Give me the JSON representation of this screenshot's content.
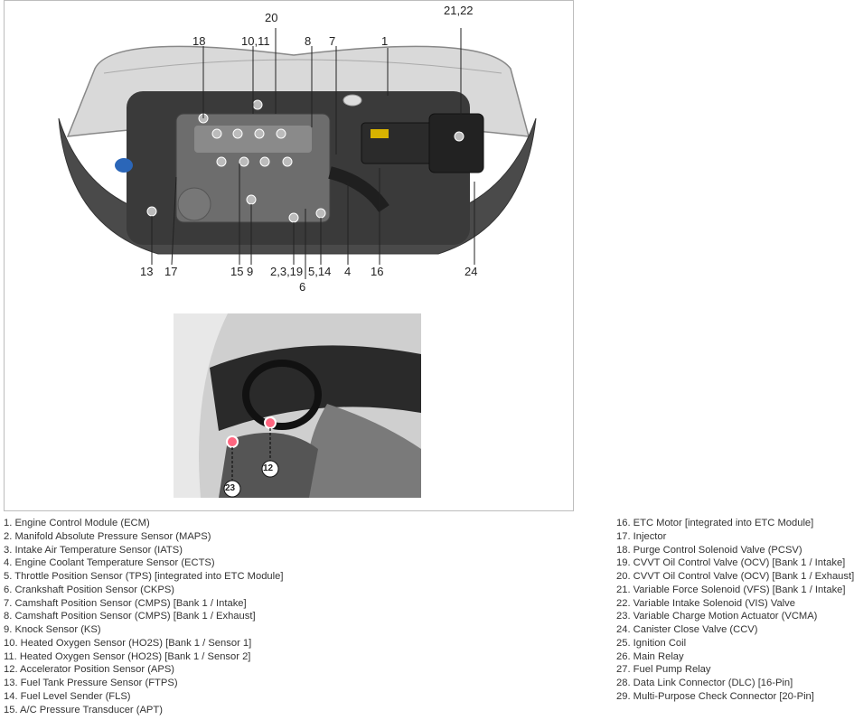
{
  "callouts": {
    "c20": "20",
    "c2122": "21,22",
    "c18": "18",
    "c1011": "10,11",
    "c8": "8",
    "c7": "7",
    "c1": "1",
    "c13": "13",
    "c17": "17",
    "c15": "15",
    "c9": "9",
    "c2319": "2,3,19",
    "c514": "5,14",
    "c4": "4",
    "c16": "16",
    "c24": "24",
    "c6": "6",
    "c12": "12",
    "c23": "23"
  },
  "legend_left": [
    "1. Engine Control Module (ECM)",
    "2. Manifold Absolute Pressure Sensor (MAPS)",
    "3. Intake Air Temperature Sensor (IATS)",
    "4. Engine Coolant Temperature Sensor (ECTS)",
    "5. Throttle Position Sensor (TPS) [integrated into ETC Module]",
    "6. Crankshaft Position Sensor (CKPS)",
    "7. Camshaft Position Sensor (CMPS) [Bank 1 / Intake]",
    "8. Camshaft Position Sensor (CMPS) [Bank 1 / Exhaust]",
    "9. Knock Sensor (KS)",
    "10. Heated Oxygen Sensor (HO2S) [Bank 1 / Sensor 1]",
    "11. Heated Oxygen Sensor (HO2S) [Bank 1 / Sensor 2]",
    "12. Accelerator Position Sensor (APS)",
    "13. Fuel Tank Pressure Sensor (FTPS)",
    "14. Fuel Level Sender (FLS)",
    "15. A/C Pressure Transducer (APT)"
  ],
  "legend_right": [
    "16. ETC Motor [integrated into ETC Module]",
    "17. Injector",
    "18. Purge Control Solenoid Valve (PCSV)",
    "19. CVVT Oil Control Valve (OCV) [Bank 1 / Intake]",
    "20. CVVT Oil Control Valve (OCV) [Bank 1 / Exhaust]",
    "21. Variable Force Solenoid (VFS) [Bank 1 / Intake]",
    "22. Variable Intake Solenoid (VIS) Valve",
    "23. Variable Charge Motion Actuator (VCMA)",
    "24. Canister Close Valve (CCV)",
    "25. Ignition Coil",
    "26. Main Relay",
    "27. Fuel Pump Relay",
    "28. Data Link Connector (DLC) [16-Pin]",
    "29. Multi-Purpose Check Connector [20-Pin]"
  ]
}
